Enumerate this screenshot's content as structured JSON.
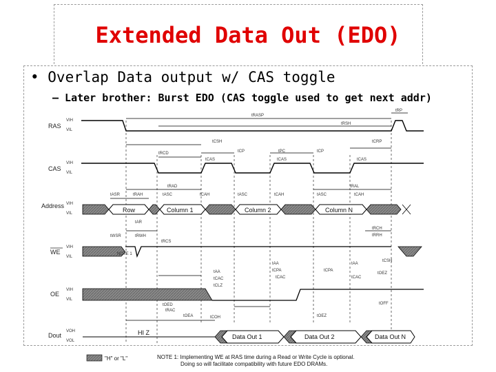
{
  "slide": {
    "title": "Extended Data Out (EDO)",
    "bullet1": "• Overlap Data output w/ CAS toggle",
    "bullet2": "– Later brother: Burst EDO (CAS toggle used to get next addr)"
  },
  "diagram": {
    "signals": {
      "ras": "RAS",
      "cas": "CAS",
      "address": "Address",
      "we": "WE",
      "oe": "OE",
      "dout": "Dout"
    },
    "levels": {
      "vih": "VIH",
      "vil": "VIL",
      "voh": "VOH",
      "vol": "VOL"
    },
    "address_boxes": [
      "Row",
      "Column 1",
      "Column 2",
      "Column N"
    ],
    "data_boxes": [
      "Data Out 1",
      "Data Out 2",
      "Data Out N"
    ],
    "hiz": "HI Z",
    "note_1_ref": "NOTE 1",
    "legend_label": "\"H\" or \"L\"",
    "note_line1": "NOTE 1: Implementing WE at RAS time during a Read or Write Cycle is optional.",
    "note_line2": "Doing so will facilitate compatibility with future EDO DRAMs.",
    "timing": {
      "trasp": "tRASP",
      "trp": "tRP",
      "trsh": "tRSH",
      "tcsh": "tCSH",
      "tcrp": "tCRP",
      "trcd": "tRCD",
      "tcp": "tCP",
      "tcas": "tCAS",
      "tpc": "tPC",
      "tasr": "tASR",
      "trah": "tRAH",
      "tasc": "tASC",
      "tcah": "tCAH",
      "trad": "tRAD",
      "tral": "tRAL",
      "trcs": "tRCS",
      "trch": "tRCH",
      "trrh": "tRRH",
      "tar": "tAR",
      "twsr": "tWSR",
      "trwh": "tRWH",
      "taa": "tAA",
      "tcpa": "tCPA",
      "tcac": "tCAC",
      "tcoh": "tCOH",
      "toea": "tOEA",
      "toez": "tOEZ",
      "toff": "tOFF",
      "trac": "tRAC",
      "tclz": "tCLZ",
      "toed": "tOED"
    }
  }
}
